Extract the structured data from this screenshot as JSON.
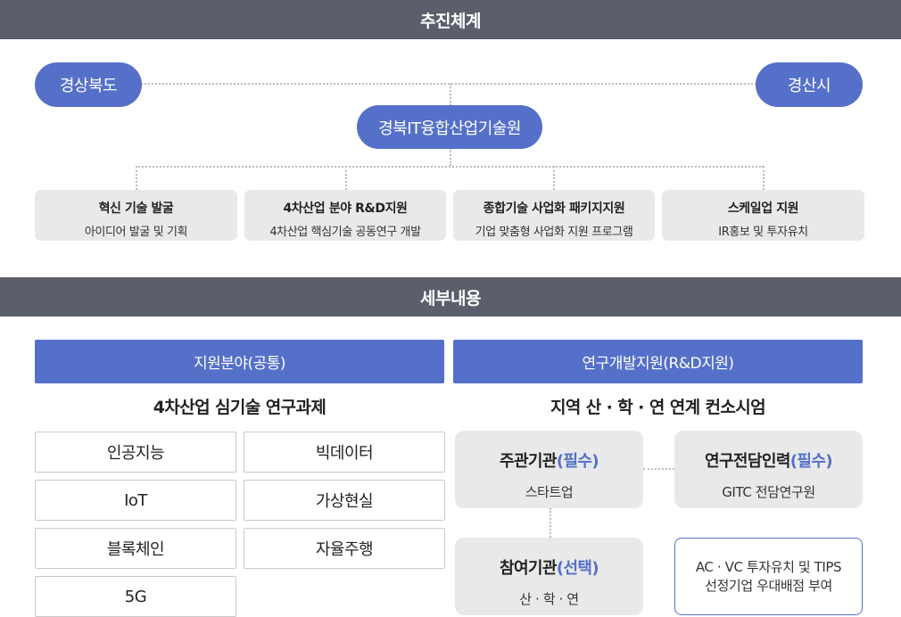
{
  "section1": {
    "title": "추진체계"
  },
  "orgchart": {
    "left_node": "경상북도",
    "right_node": "경산시",
    "center_node": "경북IT융합산업기술원",
    "programs": [
      {
        "title": "혁신 기술 발굴",
        "subtitle": "아이디어 발굴 및 기획"
      },
      {
        "title": "4차산업 분야 R&D지원",
        "subtitle": "4차산업 핵심기술 공동연구 개발"
      },
      {
        "title": "종합기술 사업화 패키지지원",
        "subtitle": "기업 맞춤형 사업화 지원 프로그램"
      },
      {
        "title": "스케일업 지원",
        "subtitle": "IR홍보 및 투자유치"
      }
    ]
  },
  "section2": {
    "title": "세부내용"
  },
  "left_panel": {
    "header": "지원분야(공통)",
    "subtitle": "4차산업 심기술 연구과제",
    "items": [
      "인공지능",
      "빅데이터",
      "IoT",
      "가상현실",
      "블록체인",
      "자율주행",
      "5G"
    ]
  },
  "right_panel": {
    "header": "연구개발지원(R&D지원)",
    "subtitle": "지역 산 · 학 · 연 연계 컨소시엄",
    "main_org": {
      "name": "주관기관",
      "tag": "(필수)",
      "desc": "스타트업"
    },
    "research_staff": {
      "name": "연구전담인력",
      "tag": "(필수)",
      "desc": "GITC 전담연구원"
    },
    "participant_org": {
      "name": "참여기관",
      "tag": "(선택)",
      "desc": "산 · 학 · 연"
    },
    "note_line1": "AC · VC 투자유치 및 TIPS",
    "note_line2": "선정기업 우대배점 부여"
  },
  "colors": {
    "bar": "#5b5f6b",
    "accent": "#5570c9",
    "box": "#e9e9ea"
  }
}
